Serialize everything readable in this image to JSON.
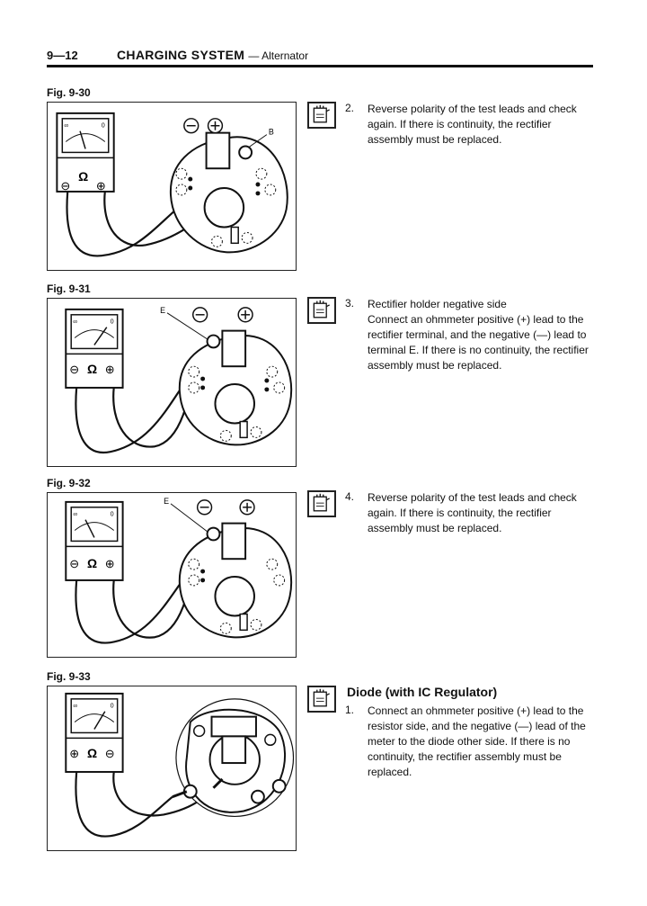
{
  "header": {
    "page_number": "9—12",
    "section_title": "CHARGING SYSTEM",
    "section_subtitle": "— Alternator"
  },
  "figures": [
    {
      "label": "Fig. 9-30",
      "terminal": "B"
    },
    {
      "label": "Fig. 9-31",
      "terminal": "E"
    },
    {
      "label": "Fig. 9-32",
      "terminal": "E"
    },
    {
      "label": "Fig. 9-33"
    }
  ],
  "meter": {
    "ohm_symbol": "Ω",
    "scale_infinity": "∞",
    "scale_zero": "0",
    "minus": "⊖",
    "plus": "⊕"
  },
  "steps": [
    {
      "number": "2.",
      "text": "Reverse polarity of the test leads and check again. If there is continuity, the rectifier assembly must be replaced."
    },
    {
      "number": "3.",
      "text": "Rectifier holder negative side\nConnect an ohmmeter positive (+) lead to the rectifier terminal, and the negative (—) lead to terminal E. If there is no continuity, the rectifier assembly must be replaced."
    },
    {
      "number": "4.",
      "text": "Reverse polarity of the test leads and check again. If there is continuity, the rectifier assembly must be replaced."
    },
    {
      "heading": "Diode (with IC Regulator)",
      "number": "1.",
      "text": "Connect an ohmmeter positive (+) lead to the resistor side, and the negative (—) lead of the meter to the diode other side. If there is no continuity, the rectifier assembly must be replaced."
    }
  ]
}
